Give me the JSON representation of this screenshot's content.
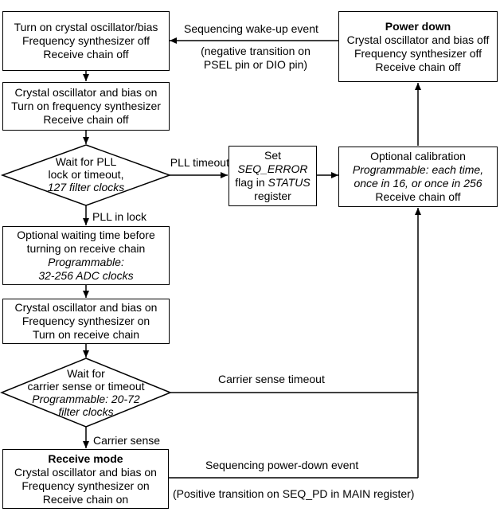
{
  "nodes": {
    "turn_on_osc": {
      "lines": [
        "Turn on crystal oscillator/bias",
        "Frequency synthesizer off",
        "Receive chain off"
      ]
    },
    "osc_on_fs": {
      "lines": [
        "Crystal oscillator and bias on",
        "Turn on frequency synthesizer",
        "Receive chain off"
      ]
    },
    "wait_pll": {
      "lines": [
        "Wait for PLL",
        "lock or timeout,"
      ],
      "italic_line": "127 filter clocks"
    },
    "optional_wait": {
      "lines": [
        "Optional waiting time before",
        "turning on receive chain"
      ],
      "italic_lines": [
        "Programmable:",
        "32-256 ADC clocks"
      ]
    },
    "rx_chain_on": {
      "lines": [
        "Crystal oscillator and bias on",
        "Frequency synthesizer on",
        "Turn on receive chain"
      ]
    },
    "wait_carrier": {
      "lines": [
        "Wait for",
        "carrier sense or timeout"
      ],
      "italic_lines": [
        "Programmable: 20-72",
        "filter clocks"
      ]
    },
    "receive_mode": {
      "title": "Receive mode",
      "lines": [
        "Crystal oscillator and bias on",
        "Frequency synthesizer on",
        "Receive chain on"
      ]
    },
    "set_seq_error": {
      "line1": "Set",
      "italic1": "SEQ_ERROR",
      "line2_prefix": "flag in ",
      "italic2": "STATUS",
      "line3": "register"
    },
    "optional_cal": {
      "line1": "Optional calibration",
      "italic_lines": [
        "Programmable: each time,",
        "once in 16, or once in 256"
      ],
      "line_last": "Receive chain off"
    },
    "power_down": {
      "title": "Power down",
      "lines": [
        "Crystal oscillator and bias off",
        "Frequency synthesizer off",
        "Receive chain off"
      ]
    }
  },
  "edge_labels": {
    "wakeup": "Sequencing wake-up event",
    "wakeup_note_1": "(negative transition on",
    "wakeup_note_2": "PSEL pin or DIO pin)",
    "pll_timeout": "PLL timeout",
    "pll_lock": "PLL in lock",
    "carrier_timeout": "Carrier sense timeout",
    "carrier_sense": "Carrier sense",
    "powerdown_event": "Sequencing power-down event",
    "powerdown_note": "(Positive transition on SEQ_PD in MAIN register)"
  }
}
